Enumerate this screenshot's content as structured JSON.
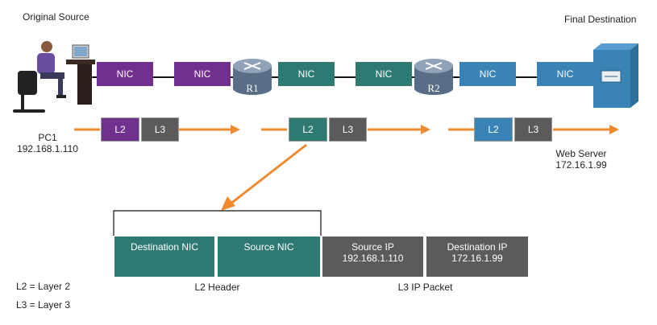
{
  "labels": {
    "original_source": "Original Source",
    "final_destination": "Final Destination",
    "pc1_name": "PC1",
    "pc1_ip": "192.168.1.110",
    "server_name": "Web Server",
    "server_ip": "172.16.1.99",
    "r1": "R1",
    "r2": "R2"
  },
  "nics": [
    "NIC",
    "NIC",
    "NIC",
    "NIC",
    "NIC",
    "NIC"
  ],
  "frames": [
    {
      "l2": "L2",
      "l3": "L3"
    },
    {
      "l2": "L2",
      "l3": "L3"
    },
    {
      "l2": "L2",
      "l3": "L3"
    }
  ],
  "packet": {
    "dest_nic": "Destination NIC",
    "src_nic": "Source NIC",
    "src_ip_label": "Source IP",
    "src_ip": "192.168.1.110",
    "dest_ip_label": "Destination IP",
    "dest_ip": "172.16.1.99",
    "l2_header": "L2 Header",
    "l3_packet": "L3 IP Packet"
  },
  "legend": {
    "l2": "L2 = Layer 2",
    "l3": "L3 = Layer 3"
  },
  "colors": {
    "purple": "#70308e",
    "teal": "#2e7a73",
    "blue": "#3a83b5",
    "gray": "#5d5a5d",
    "arrow": "#ee8a2e"
  }
}
